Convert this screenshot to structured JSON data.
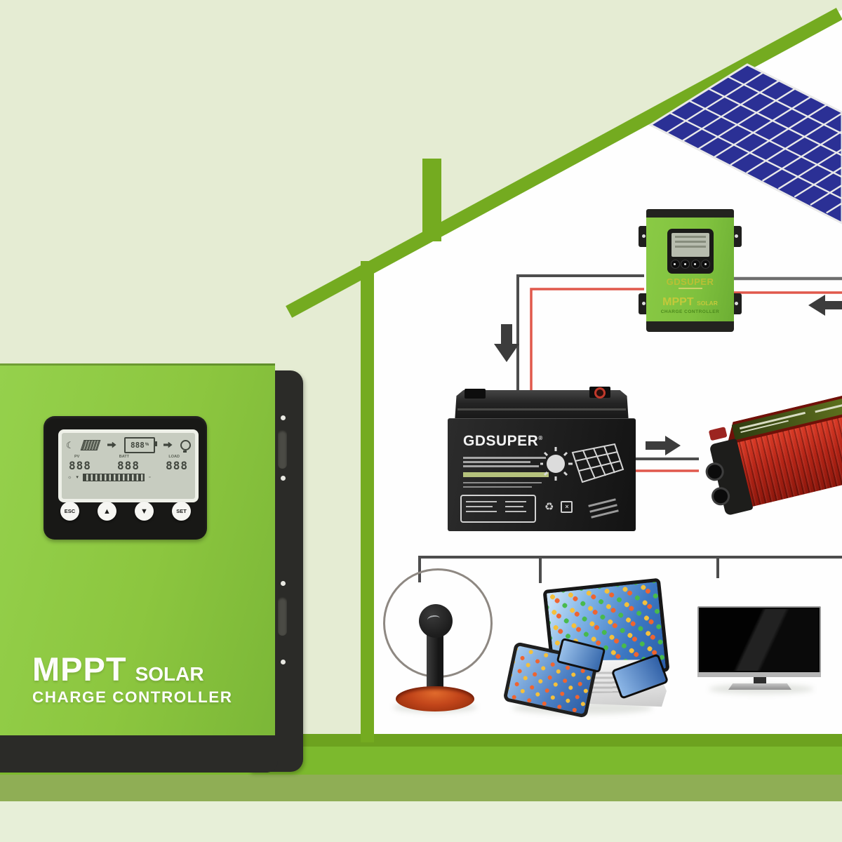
{
  "big_controller": {
    "brand": {
      "primary": "MPPT",
      "secondary": "SOLAR",
      "line2": "CHARGE CONTROLLER"
    },
    "display": {
      "battery_value": "888",
      "battery_unit": "%",
      "readouts": [
        {
          "label": "PV",
          "value": "888"
        },
        {
          "label": "BATT",
          "value": "888"
        },
        {
          "label": "LOAD",
          "value": "888"
        }
      ]
    },
    "buttons": [
      {
        "label": "ESC"
      },
      {
        "label": "▲"
      },
      {
        "label": "▼"
      },
      {
        "label": "SET"
      }
    ]
  },
  "wall_controller": {
    "brand": "GDSUPER",
    "title_primary": "MPPT",
    "title_secondary": "SOLAR",
    "title_line2": "CHARGE CONTROLLER"
  },
  "battery": {
    "brand": "GDSUPER",
    "reg": "®",
    "recycle_icon": "♻",
    "x_icon": "×"
  },
  "colors": {
    "device_green": "#8cc63f",
    "outline_green": "#74ab20",
    "panel_blue": "#2b3095",
    "wire_red": "#e0584c",
    "wire_gray": "#4d4d4d",
    "inverter_red": "#c0281a",
    "background_pale": "#e5ecd3"
  }
}
